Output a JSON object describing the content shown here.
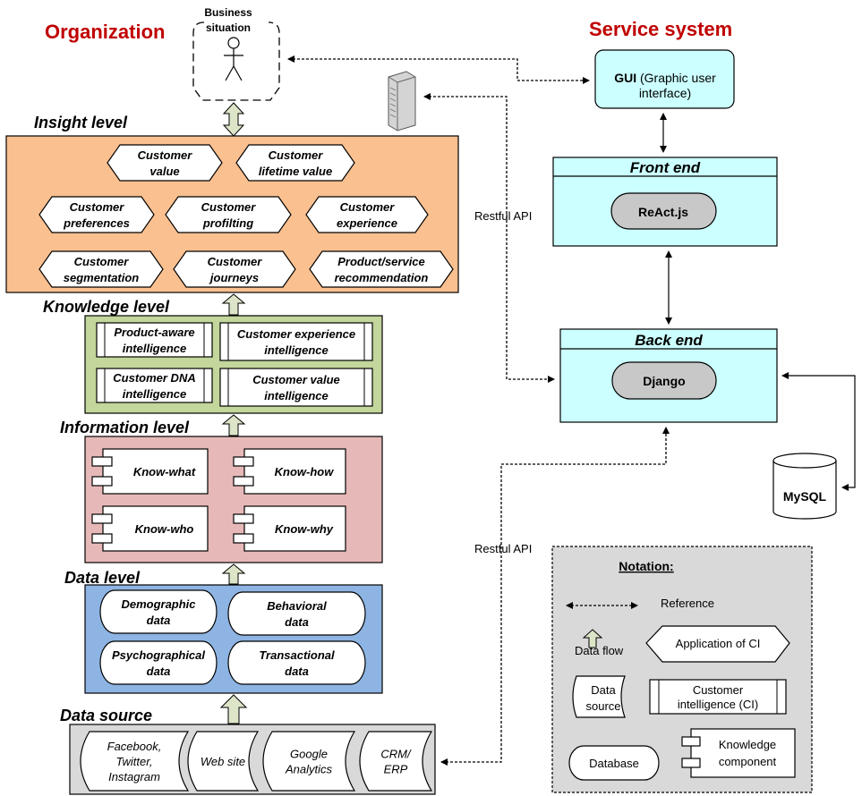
{
  "headers": {
    "organization": "Organization",
    "service_system": "Service system"
  },
  "business": {
    "line1": "Business",
    "line2": "situation"
  },
  "levels": {
    "insight": "Insight level",
    "knowledge": "Knowledge level",
    "information": "Information level",
    "data": "Data level",
    "source": "Data source"
  },
  "insight_items": [
    {
      "l1": "Customer",
      "l2": "value"
    },
    {
      "l1": "Customer",
      "l2": "lifetime value"
    },
    {
      "l1": "Customer",
      "l2": "preferences"
    },
    {
      "l1": "Customer",
      "l2": "profilting"
    },
    {
      "l1": "Customer",
      "l2": "experience"
    },
    {
      "l1": "Customer",
      "l2": "segmentation"
    },
    {
      "l1": "Customer",
      "l2": "journeys"
    },
    {
      "l1": "Product/service",
      "l2": "recommendation"
    }
  ],
  "knowledge_items": [
    {
      "l1": "Product-aware",
      "l2": "intelligence"
    },
    {
      "l1": "Customer experience",
      "l2": "intelligence"
    },
    {
      "l1": "Customer DNA",
      "l2": "intelligence"
    },
    {
      "l1": "Customer value",
      "l2": "intelligence"
    }
  ],
  "information_items": [
    "Know-what",
    "Know-how",
    "Know-who",
    "Know-why"
  ],
  "data_items": [
    {
      "l1": "Demographic",
      "l2": "data"
    },
    {
      "l1": "Behavioral",
      "l2": "data"
    },
    {
      "l1": "Psychographical",
      "l2": "data"
    },
    {
      "l1": "Transactional",
      "l2": "data"
    }
  ],
  "source_items": [
    {
      "l1": "Facebook,",
      "l2": "Twitter,",
      "l3": "Instagram"
    },
    {
      "l1": "Web site"
    },
    {
      "l1": "Google",
      "l2": "Analytics"
    },
    {
      "l1": "CRM/",
      "l2": "ERP"
    }
  ],
  "service": {
    "gui_bold": "GUI",
    "gui_rest1": "(Graphic user",
    "gui_line2": "interface)",
    "front_end": "Front end",
    "react": "ReAct.js",
    "back_end": "Back end",
    "django": "Django",
    "mysql": "MySQL",
    "api_top": "Restful API",
    "api_bottom": "Restful API"
  },
  "notation": {
    "title": "Notation:",
    "reference": "Reference",
    "data_flow": "Data flow",
    "application": "Application of CI",
    "data_source_l1": "Data",
    "data_source_l2": "source",
    "ci_l1": "Customer",
    "ci_l2": "intelligence (CI)",
    "database": "Database",
    "kc_l1": "Knowledge",
    "kc_l2": "component"
  },
  "colors": {
    "heading_red": "#c00000",
    "insight_fill": "#fac090",
    "knowledge_fill": "#c3d69b",
    "information_fill": "#e6b9b8",
    "data_fill": "#8eb4e3",
    "source_fill": "#d9d9d9",
    "service_fill": "#ccffff",
    "pill_fill": "#c8c8c8",
    "notation_fill": "#d9d9d9",
    "arrow_fill": "#dde5c8"
  }
}
